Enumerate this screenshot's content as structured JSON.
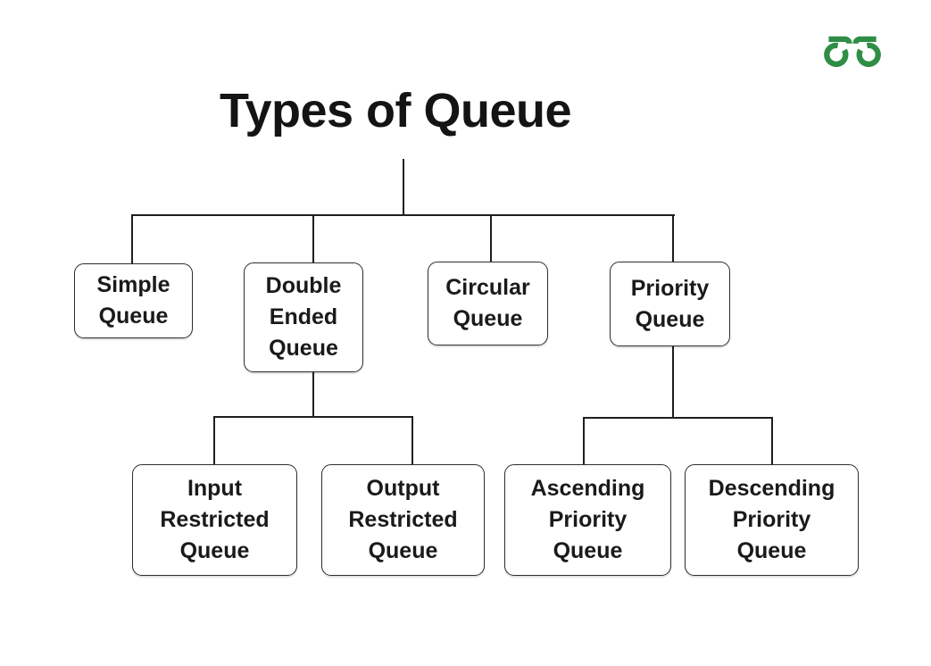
{
  "brand": {
    "logo": "geeksforgeeks-logo",
    "logo_color": "#2f8d46"
  },
  "diagram": {
    "title": "Types of Queue",
    "line_color": "#1f1f1f",
    "text_color": "#1a1a1a",
    "box_background": "#ffffff",
    "background": "#ffffff",
    "nodes": {
      "simple_queue": {
        "label": "Simple\nQueue"
      },
      "double_ended_queue": {
        "label": "Double\nEnded\nQueue"
      },
      "circular_queue": {
        "label": "Circular\nQueue"
      },
      "priority_queue": {
        "label": "Priority\nQueue"
      },
      "input_restricted_queue": {
        "label": "Input\nRestricted\nQueue"
      },
      "output_restricted_queue": {
        "label": "Output\nRestricted\nQueue"
      },
      "ascending_priority_queue": {
        "label": "Ascending\nPriority\nQueue"
      },
      "descending_priority_queue": {
        "label": "Descending\nPriority\nQueue"
      }
    },
    "edges": [
      [
        "Types of Queue",
        "Simple Queue"
      ],
      [
        "Types of Queue",
        "Double Ended Queue"
      ],
      [
        "Types of Queue",
        "Circular Queue"
      ],
      [
        "Types of Queue",
        "Priority Queue"
      ],
      [
        "Double Ended Queue",
        "Input Restricted Queue"
      ],
      [
        "Double Ended Queue",
        "Output Restricted Queue"
      ],
      [
        "Priority Queue",
        "Ascending Priority Queue"
      ],
      [
        "Priority Queue",
        "Descending Priority Queue"
      ]
    ]
  }
}
